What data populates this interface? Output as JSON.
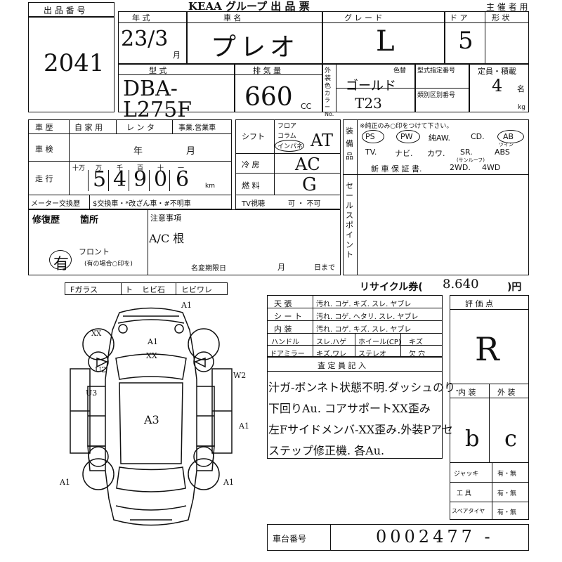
{
  "header": {
    "title": "KEAA グループ 出 品 票",
    "organizer_label": "主 催 者 用"
  },
  "lot": {
    "label": "出 品 番 号",
    "number": "2041"
  },
  "row1": {
    "year_label": "年 式",
    "car_label": "車 名",
    "grade_label": "グ レ ー ド",
    "door_label": "ド ア",
    "shape_label": "形 状",
    "year_value": "23/3",
    "month_suffix": "月",
    "car_value": "プレオ",
    "grade_value": "L",
    "door_value": "5"
  },
  "row2": {
    "type_label": "型 式",
    "disp_label": "排 気 量",
    "type_value": "DBA-L275F",
    "disp_value": "660",
    "disp_unit": "CC",
    "ext_color_label": "外装色",
    "color_no_label": "カラーNo.",
    "color_label": "色替",
    "color_value": "ゴールド",
    "color_no_value": "T23",
    "type_spec_label": "型式指定番号",
    "type_class_label": "類別区別番号",
    "capacity_label": "定員・積載",
    "capacity_value": "4",
    "capacity_unit": "名",
    "kg_unit": "kg"
  },
  "history": {
    "label": "車 歴",
    "options": [
      "自 家 用",
      "レ ン タ",
      "事業.営業車"
    ],
    "inspection_label": "車 検",
    "year_unit": "年",
    "month_unit": "月",
    "mileage_label": "走 行",
    "mileage_units": [
      "十万",
      "万",
      "千",
      "百",
      "十",
      "一"
    ],
    "mileage_digits": [
      "5",
      "4",
      "9",
      "0",
      "6"
    ],
    "km_unit": "km",
    "meter_label": "メーター交換歴",
    "meter_options": "$交換車・*改ざん車・#不明車"
  },
  "drive": {
    "shift_label": "シフト",
    "shift_options": [
      "フロア",
      "コラム",
      "インパネ"
    ],
    "shift_value": "AT",
    "ac_label": "冷 房",
    "ac_value": "AC",
    "fuel_label": "燃 料",
    "fuel_value": "G",
    "tv_label": "TV視聴",
    "tv_options": "可 ・ 不可"
  },
  "equipment": {
    "label": "装備品",
    "note": "※純正のみ○印をつけて下さい。",
    "line1": [
      "PS",
      "PW",
      "純AW.",
      "CD.",
      "AB"
    ],
    "airbag_sub": "ツイン",
    "line2": [
      "TV.",
      "ナビ.",
      "カワ.",
      "SR.",
      "ABS"
    ],
    "sunroof_sub": "(サンルーフ)",
    "line3": [
      "新 車 保 証 書.",
      "2WD.",
      "4WD"
    ],
    "sale_points_label": "セールスポイント"
  },
  "repair": {
    "label": "修復歴",
    "location_label": "箇所",
    "notes_label": "注意事項",
    "notes_value": "A/C 根",
    "repair_mark": "有",
    "repair_note": "フロント",
    "repair_sub": "(有の場合○印を)",
    "deadline_label": "名変期限日",
    "deadline_month": "月",
    "deadline_day": "日まで"
  },
  "glass": {
    "items": [
      "Fガラス",
      "ト",
      "ヒビ石",
      "ヒビワレ"
    ]
  },
  "diagram": {
    "marks": [
      "A1",
      "XX",
      "A1",
      "XX",
      "U2",
      "W2",
      "U3",
      "A3",
      "A1",
      "A1",
      "A1"
    ]
  },
  "recycle": {
    "label": "リサイクル券(",
    "value": "8.640",
    "unit": ")円"
  },
  "condition": {
    "rows": [
      {
        "label": "天 張",
        "text": "汚れ. コゲ. キズ. スレ. ヤブレ"
      },
      {
        "label": "シ ー ト",
        "text": "汚れ. コゲ. ヘタリ. スレ. ヤブレ"
      },
      {
        "label": "内 装",
        "text": "汚れ. コゲ. キズ. スレ. ヤブレ"
      }
    ],
    "handle": {
      "label": "ハンドル",
      "text": "スレ.ハゲ"
    },
    "wheel": {
      "label": "ホイール(CP)",
      "text": "キズ"
    },
    "mirror": {
      "label": "ドアミラー",
      "text": "キズ.ワレ"
    },
    "stereo": {
      "label": "ステレオ",
      "text": "欠 穴"
    }
  },
  "inspector": {
    "label": "査 定 員 記 入",
    "lines": [
      "汁ガ-ボンネト状態不明.ダッシュのり.",
      "下回りAu. コアサポートXX歪み",
      "左Fサイドメンバ-XX歪み.外装Pアセ",
      "ステップ修正機. 各Au."
    ]
  },
  "score": {
    "label": "評 価 点",
    "value": "R",
    "interior_label": "内 装",
    "exterior_label": "外 装",
    "interior_value": "b",
    "exterior_value": "c"
  },
  "tools": [
    {
      "label": "ジャッキ",
      "options": "有・無"
    },
    {
      "label": "工 具",
      "options": "有・無"
    },
    {
      "label": "スペアタイヤ",
      "options": "有・無"
    }
  ],
  "chassis": {
    "label": "車台番号",
    "value": "0002477 -"
  }
}
